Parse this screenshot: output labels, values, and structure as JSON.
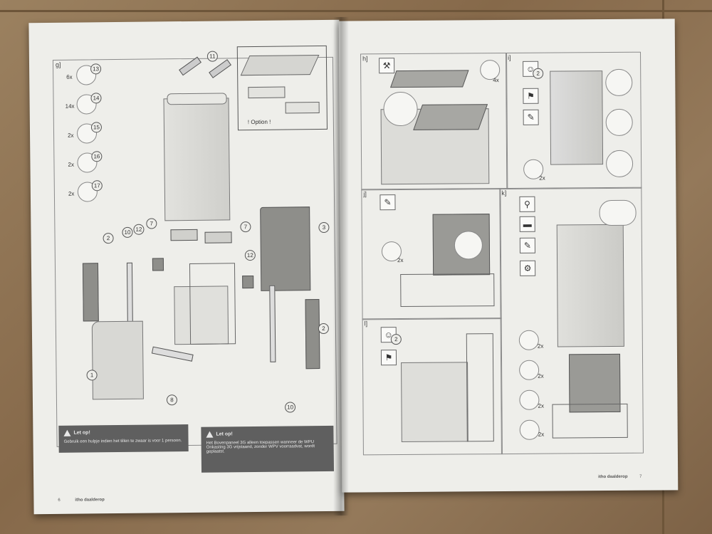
{
  "left_page": {
    "step": "g]",
    "fasteners": [
      {
        "qty": "6x",
        "number": "13"
      },
      {
        "qty": "14x",
        "number": "14"
      },
      {
        "qty": "2x",
        "number": "15"
      },
      {
        "qty": "2x",
        "number": "16"
      },
      {
        "qty": "2x",
        "number": "17"
      }
    ],
    "callouts": [
      "11",
      "7",
      "7",
      "12",
      "12",
      "2",
      "10",
      "3",
      "2",
      "1",
      "8",
      "10"
    ],
    "option_label": "! Option !",
    "warning1": {
      "title": "Let op!",
      "text": "Gebruik een hulpje indien het tillen te zwaar is voor 1 persoon."
    },
    "warning2": {
      "title": "Let op!",
      "text": "Het Bovenpaneel 3G alleen toepassen wanneer de WPU Onkasting 3G vrijstaand, zonder WPV voorraadvat, wordt geplaatst."
    },
    "page_number": "6",
    "brand": "itho daalderop"
  },
  "right_page": {
    "steps": [
      "h]",
      "i]",
      "j]",
      "k]",
      "l]"
    ],
    "qty_h": "4x",
    "qty_i": "2x",
    "qty_j": "2x",
    "qty_k": [
      "2x",
      "2x",
      "2x",
      "2x"
    ],
    "person_count": "2",
    "page_number": "7",
    "brand": "itho daalderop"
  }
}
